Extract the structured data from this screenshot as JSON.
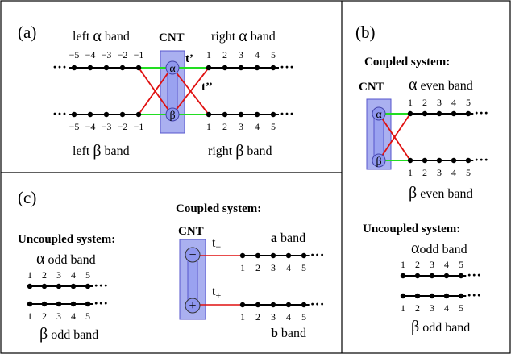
{
  "panel_a": {
    "tag": "(a)",
    "left_alpha": {
      "prefix": "left",
      "greek": "α",
      "suffix": "band"
    },
    "right_alpha": {
      "prefix": "right",
      "greek": "α",
      "suffix": "band"
    },
    "left_beta": {
      "prefix": "left",
      "greek": "β",
      "suffix": "band"
    },
    "right_beta": {
      "prefix": "right",
      "greek": "β",
      "suffix": "band"
    },
    "cnt": "CNT",
    "t_prime": "t’",
    "t_double_prime": "t’’",
    "node_alpha": "α",
    "node_beta": "β",
    "left_sites": [
      "−5",
      "−4",
      "−3",
      "−2",
      "−1"
    ],
    "right_sites": [
      "1",
      "2",
      "3",
      "4",
      "5"
    ],
    "ellipsis": "···"
  },
  "panel_b": {
    "tag": "(b)",
    "coupled_title": "Coupled system:",
    "cnt": "CNT",
    "alpha_even": {
      "greek": "α",
      "suffix": "even band"
    },
    "beta_even": {
      "greek": "β",
      "suffix": "even band"
    },
    "node_alpha": "α",
    "node_beta": "β",
    "sites": [
      "1",
      "2",
      "3",
      "4",
      "5"
    ],
    "uncoupled_title": "Uncoupled system:",
    "alpha_odd": {
      "greek": "α",
      "suffix": "odd band"
    },
    "beta_odd": {
      "greek": "β",
      "suffix": "odd band"
    },
    "ellipsis": "···"
  },
  "panel_c": {
    "tag": "(c)",
    "uncoupled_title": "Uncoupled system:",
    "alpha_odd": {
      "greek": "α",
      "suffix": "odd band"
    },
    "beta_odd": {
      "greek": "β",
      "suffix": "odd band"
    },
    "sites": [
      "1",
      "2",
      "3",
      "4",
      "5"
    ],
    "coupled_title": "Coupled system:",
    "cnt": "CNT",
    "t_minus": {
      "base": "t",
      "sub": "−"
    },
    "t_plus": {
      "base": "t",
      "sub": "+"
    },
    "a_band": {
      "letter": "a",
      "suffix": "band"
    },
    "b_band": {
      "letter": "b",
      "suffix": "band"
    },
    "node_minus": "−",
    "node_plus": "+",
    "ellipsis": "···"
  },
  "colors": {
    "green": "#22dd22",
    "red": "#e01010",
    "box_fill": "#aab0f0",
    "box_stroke": "#5555cc",
    "node_fill": "#8f97ee"
  }
}
